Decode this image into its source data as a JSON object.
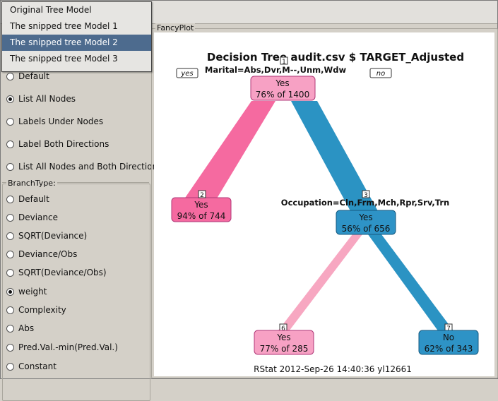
{
  "dropdown": {
    "items": [
      {
        "label": "Original Tree Model",
        "selected": false
      },
      {
        "label": "The snipped tree Model 1",
        "selected": false
      },
      {
        "label": "The snipped tree Model 2",
        "selected": true
      },
      {
        "label": "The snipped tree Model 3",
        "selected": false
      }
    ]
  },
  "label_options": [
    {
      "label": "Default",
      "checked": false
    },
    {
      "label": "List All Nodes",
      "checked": true
    },
    {
      "label": "Labels Under Nodes",
      "checked": false
    },
    {
      "label": "Label Both Directions",
      "checked": false
    },
    {
      "label": "List All Nodes and Both Directions",
      "checked": false
    }
  ],
  "branch_type": {
    "title": "BranchType:",
    "options": [
      {
        "label": "Default",
        "checked": false
      },
      {
        "label": "Deviance",
        "checked": false
      },
      {
        "label": "SQRT(Deviance)",
        "checked": false
      },
      {
        "label": "Deviance/Obs",
        "checked": false
      },
      {
        "label": "SQRT(Deviance/Obs)",
        "checked": false
      },
      {
        "label": "weight",
        "checked": true
      },
      {
        "label": "Complexity",
        "checked": false
      },
      {
        "label": "Abs",
        "checked": false
      },
      {
        "label": "Pred.Val.-min(Pred.Val.)",
        "checked": false
      },
      {
        "label": "Constant",
        "checked": false
      }
    ]
  },
  "plot": {
    "panel_title": "FancyPlot",
    "title": "Decision Tree audit.csv $ TARGET_Adjusted",
    "yes_label": "yes",
    "no_label": "no",
    "footer": "RStat 2012-Sep-26 14:40:36 yl12661",
    "colors": {
      "yes_fill": "#f7a1c4",
      "yes_stroke": "#b03878",
      "no_fill": "#2e93c6",
      "no_stroke": "#155a80",
      "branch_yes_strong": "#f56aa0",
      "branch_yes_light": "#f7a7c1",
      "branch_no": "#2b93c3"
    },
    "nodes": [
      {
        "id": "1",
        "line1": "Yes",
        "line2": "76% of 1400",
        "class": "yes",
        "split": "Marital=Abs,Dvr,M--,Unm,Wdw"
      },
      {
        "id": "2",
        "line1": "Yes",
        "line2": "94% of 744",
        "class": "yes",
        "split": ""
      },
      {
        "id": "3",
        "line1": "Yes",
        "line2": "56% of 656",
        "class": "no",
        "split": "Occupation=Cln,Frm,Mch,Rpr,Srv,Trn"
      },
      {
        "id": "6",
        "line1": "Yes",
        "line2": "77% of 285",
        "class": "yes",
        "split": ""
      },
      {
        "id": "7",
        "line1": "No",
        "line2": "62% of 343",
        "class": "no",
        "split": ""
      }
    ]
  }
}
